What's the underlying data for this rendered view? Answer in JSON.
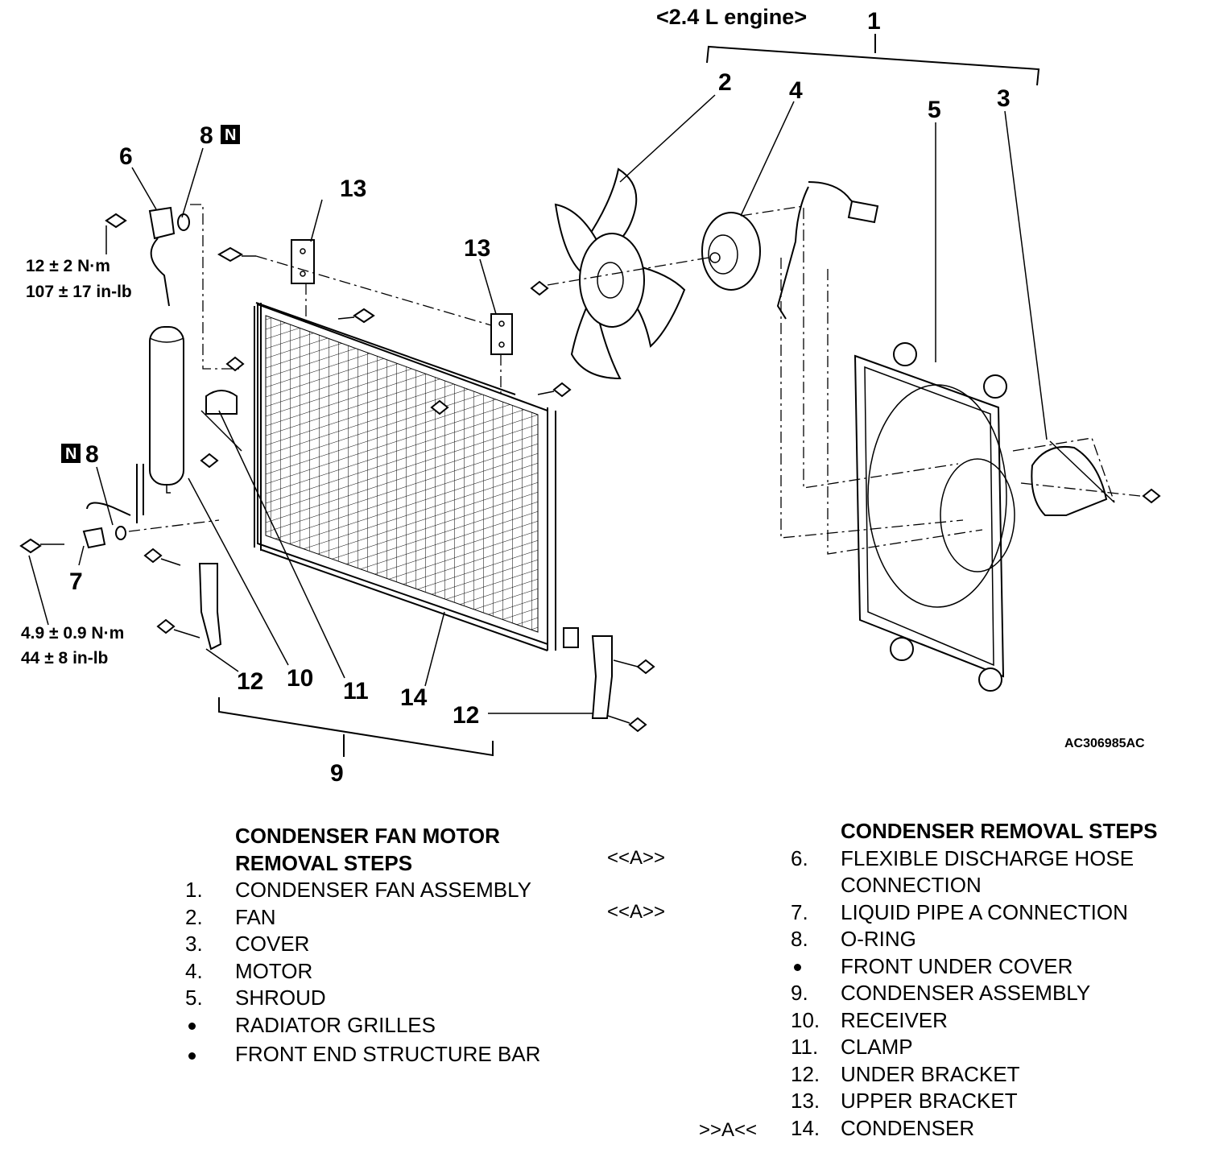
{
  "diagram": {
    "engine_label": "<2.4 L engine>",
    "figure_code": "AC306985AC",
    "callouts": {
      "c1": "1",
      "c2": "2",
      "c3": "3",
      "c4": "4",
      "c5": "5",
      "c6": "6",
      "c7": "7",
      "c8a": "8",
      "c8b": "8",
      "c9": "9",
      "c10": "10",
      "c11": "11",
      "c12a": "12",
      "c12b": "12",
      "c13a": "13",
      "c13b": "13",
      "c14": "14"
    },
    "new_part_mark": "N",
    "torque_upper": {
      "metric": "12 ± 2 N·m",
      "imperial": "107 ± 17 in-lb"
    },
    "torque_lower": {
      "metric": "4.9 ± 0.9 N·m",
      "imperial": "44 ± 8 in-lb"
    }
  },
  "fan_motor": {
    "title_line1": "CONDENSER FAN MOTOR",
    "title_line2": "REMOVAL STEPS",
    "steps": [
      {
        "num": "1.",
        "text": "CONDENSER FAN ASSEMBLY"
      },
      {
        "num": "2.",
        "text": "FAN"
      },
      {
        "num": "3.",
        "text": "COVER"
      },
      {
        "num": "4.",
        "text": "MOTOR"
      },
      {
        "num": "5.",
        "text": "SHROUD"
      },
      {
        "num": "",
        "text": "RADIATOR GRILLES"
      },
      {
        "num": "",
        "text": "FRONT END STRUCTURE BAR"
      }
    ]
  },
  "condenser": {
    "title": "CONDENSER REMOVAL STEPS",
    "service_mark_removal": "<<A>>",
    "service_mark_install": ">>A<<",
    "steps": [
      {
        "num": "6.",
        "text": "FLEXIBLE DISCHARGE HOSE"
      },
      {
        "num": "",
        "text": "CONNECTION"
      },
      {
        "num": "7.",
        "text": "LIQUID PIPE A CONNECTION"
      },
      {
        "num": "8.",
        "text": "O-RING"
      },
      {
        "num": "",
        "text": "FRONT UNDER COVER"
      },
      {
        "num": "9.",
        "text": "CONDENSER ASSEMBLY"
      },
      {
        "num": "10.",
        "text": "RECEIVER"
      },
      {
        "num": "11.",
        "text": "CLAMP"
      },
      {
        "num": "12.",
        "text": "UNDER BRACKET"
      },
      {
        "num": "13.",
        "text": "UPPER BRACKET"
      },
      {
        "num": "14.",
        "text": "CONDENSER"
      }
    ]
  }
}
